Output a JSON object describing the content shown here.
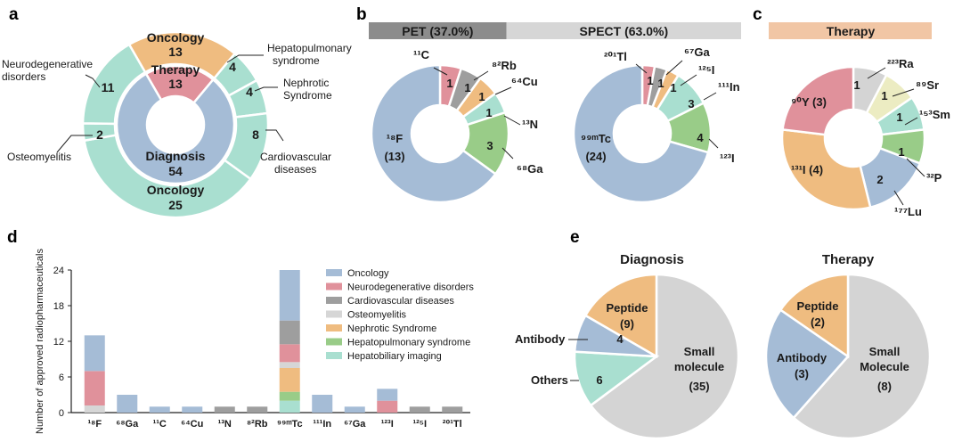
{
  "panels": {
    "a": "a",
    "b": "b",
    "c": "c",
    "d": "d",
    "e": "e"
  },
  "palette": {
    "oncology": "#a5bcd6",
    "neuro": "#e0919b",
    "cardio": "#9e9e9e",
    "osteo": "#d6d6d6",
    "nephro": "#efbc80",
    "hepatopul": "#99cc88",
    "hepatobil": "#a9dfd0",
    "therapy_orange": "#efbc80",
    "therapy_pink": "#e0919b",
    "grey": "#d4d4d4",
    "yellow": "#ececc2",
    "pet_bar": "#8c8c8c",
    "spect_bar": "#d6d6d6",
    "therapy_bar": "#f1c6a5"
  },
  "chart_data": [
    {
      "panel": "a",
      "type": "pie",
      "title": "",
      "inner": [
        {
          "label": "Therapy",
          "value": 13
        },
        {
          "label": "Diagnosis",
          "value": 54
        }
      ],
      "outer": [
        {
          "label": "Oncology",
          "value": 13
        },
        {
          "label": "Hepatopulmonary syndrome",
          "value": 4
        },
        {
          "label": "Nephrotic Syndrome",
          "value": 4
        },
        {
          "label": "Cardiovascular diseases",
          "value": 8
        },
        {
          "label": "Oncology",
          "value": 25
        },
        {
          "label": "Osteomyelitis",
          "value": 2
        },
        {
          "label": "Neurodegenerative disorders",
          "value": 11
        }
      ]
    },
    {
      "panel": "b",
      "type": "pie",
      "headers": [
        {
          "label": "PET (37.0%)",
          "share": 0.37
        },
        {
          "label": "SPECT (63.0%)",
          "share": 0.63
        }
      ],
      "pet": [
        {
          "label": "¹¹C",
          "value": 1
        },
        {
          "label": "⁸²Rb",
          "value": 1
        },
        {
          "label": "⁶⁴Cu",
          "value": 1
        },
        {
          "label": "¹³N",
          "value": 1
        },
        {
          "label": "⁶⁸Ga",
          "value": 3
        },
        {
          "label": "¹⁸F",
          "value": 13
        }
      ],
      "spect": [
        {
          "label": "²⁰¹Tl",
          "value": 1
        },
        {
          "label": "⁶⁷Ga",
          "value": 1
        },
        {
          "label": "¹²⁵I",
          "value": 1
        },
        {
          "label": "¹¹¹In",
          "value": 3
        },
        {
          "label": "¹²³I",
          "value": 4
        },
        {
          "label": "⁹⁹ᵐTc",
          "value": 24
        }
      ]
    },
    {
      "panel": "c",
      "type": "pie",
      "header": "Therapy",
      "slices": [
        {
          "label": "²²³Ra",
          "value": 1
        },
        {
          "label": "⁸⁹Sr",
          "value": 1
        },
        {
          "label": "¹⁵³Sm",
          "value": 1
        },
        {
          "label": "³²P",
          "value": 1
        },
        {
          "label": "¹⁷⁷Lu",
          "value": 2
        },
        {
          "label": "¹³¹I (4)",
          "value": 4
        },
        {
          "label": "⁹⁰Y (3)",
          "value": 3
        }
      ]
    },
    {
      "panel": "d",
      "type": "bar",
      "stacked": true,
      "ylabel": "Number of approved radiopharmaceuticals",
      "ylim": [
        0,
        24
      ],
      "yticks": [
        "0",
        "6",
        "12",
        "18",
        "24"
      ],
      "categories": [
        "¹⁸F",
        "⁶⁸Ga",
        "¹¹C",
        "⁶⁴Cu",
        "¹³N",
        "⁸²Rb",
        "⁹⁹ᵐTc",
        "¹¹¹In",
        "⁶⁷Ga",
        "¹²³I",
        "¹²⁵I",
        "²⁰¹Tl"
      ],
      "series": [
        {
          "name": "Oncology",
          "values": [
            6,
            3,
            1,
            1,
            0,
            0,
            8.5,
            3,
            1,
            2,
            0,
            0
          ]
        },
        {
          "name": "Neurodegenerative disorders",
          "values": [
            5.8,
            0,
            0,
            0,
            0,
            0,
            3,
            0,
            0,
            2,
            0,
            0
          ]
        },
        {
          "name": "Cardiovascular diseases",
          "values": [
            0,
            0,
            0,
            0,
            1,
            1,
            4,
            0,
            0,
            0,
            1,
            1
          ]
        },
        {
          "name": "Osteomyelitis",
          "values": [
            1.2,
            0,
            0,
            0,
            0,
            0,
            1,
            0,
            0,
            0,
            0,
            0
          ]
        },
        {
          "name": "Nephrotic Syndrome",
          "values": [
            0,
            0,
            0,
            0,
            0,
            0,
            4,
            0,
            0,
            0,
            0,
            0
          ]
        },
        {
          "name": "Hepatopulmonary syndrome",
          "values": [
            0,
            0,
            0,
            0,
            0,
            0,
            1.5,
            0,
            0,
            0,
            0,
            0
          ]
        },
        {
          "name": "Hepatobiliary imaging",
          "values": [
            0,
            0,
            0,
            0,
            0,
            0,
            2,
            0,
            0,
            0,
            0,
            0
          ]
        }
      ],
      "legend": "top-right"
    },
    {
      "panel": "e",
      "type": "pie",
      "charts": [
        {
          "title": "Diagnosis",
          "slices": [
            {
              "label": "Small molecule",
              "value_text": "(35)",
              "value": 35
            },
            {
              "label": "Others",
              "value_text": "6",
              "value": 6
            },
            {
              "label": "Antibody",
              "value_text": "4",
              "value": 4
            },
            {
              "label": "Peptide",
              "value_text": "(9)",
              "value": 9
            }
          ]
        },
        {
          "title": "Therapy",
          "slices": [
            {
              "label": "Small Molecule",
              "value_text": "(8)",
              "value": 8
            },
            {
              "label": "Antibody",
              "value_text": "(3)",
              "value": 3
            },
            {
              "label": "Peptide",
              "value_text": "(2)",
              "value": 2
            }
          ]
        }
      ]
    }
  ]
}
